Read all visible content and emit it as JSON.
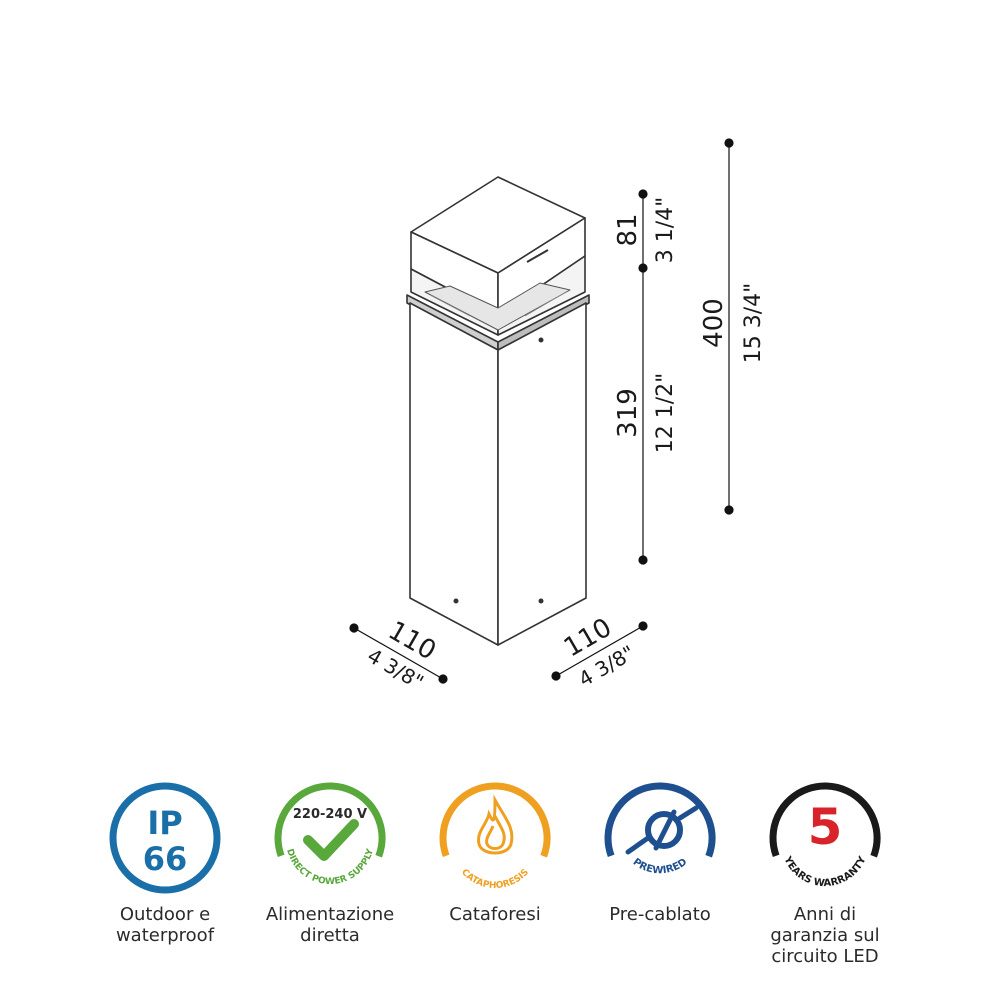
{
  "dimensions": {
    "total_height_mm": "400",
    "total_height_in": "15 3/4\"",
    "head_height_mm": "81",
    "head_height_in": "3 1/4\"",
    "body_height_mm": "319",
    "body_height_in": "12 1/2\"",
    "depth_mm": "110",
    "depth_in": "4 3/8\"",
    "width_mm": "110",
    "width_in": "4 3/8\""
  },
  "badges": [
    {
      "icon": "ip66-icon",
      "lines": [
        "IP",
        "66"
      ],
      "color": "#1a6fa8",
      "label": [
        "Outdoor e",
        "waterproof"
      ]
    },
    {
      "icon": "direct-power-supply-icon",
      "top_text": "220-240 V",
      "ring_text": "DIRECT POWER SUPPLY",
      "color": "#58a83c",
      "label": [
        "Alimentazione",
        "diretta"
      ]
    },
    {
      "icon": "cataphoresis-icon",
      "ring_text": "CATAPHORESIS",
      "color": "#f0a020",
      "label": [
        "Cataforesi"
      ]
    },
    {
      "icon": "prewired-icon",
      "ring_text": "PREWIRED",
      "color": "#1e4f8f",
      "label": [
        "Pre-cablato"
      ]
    },
    {
      "icon": "warranty-icon",
      "number": "5",
      "ring_text": "YEARS WARRANTY",
      "color": "#d8232a",
      "label": [
        "Anni di",
        "garanzia sul",
        "circuito LED"
      ]
    }
  ]
}
